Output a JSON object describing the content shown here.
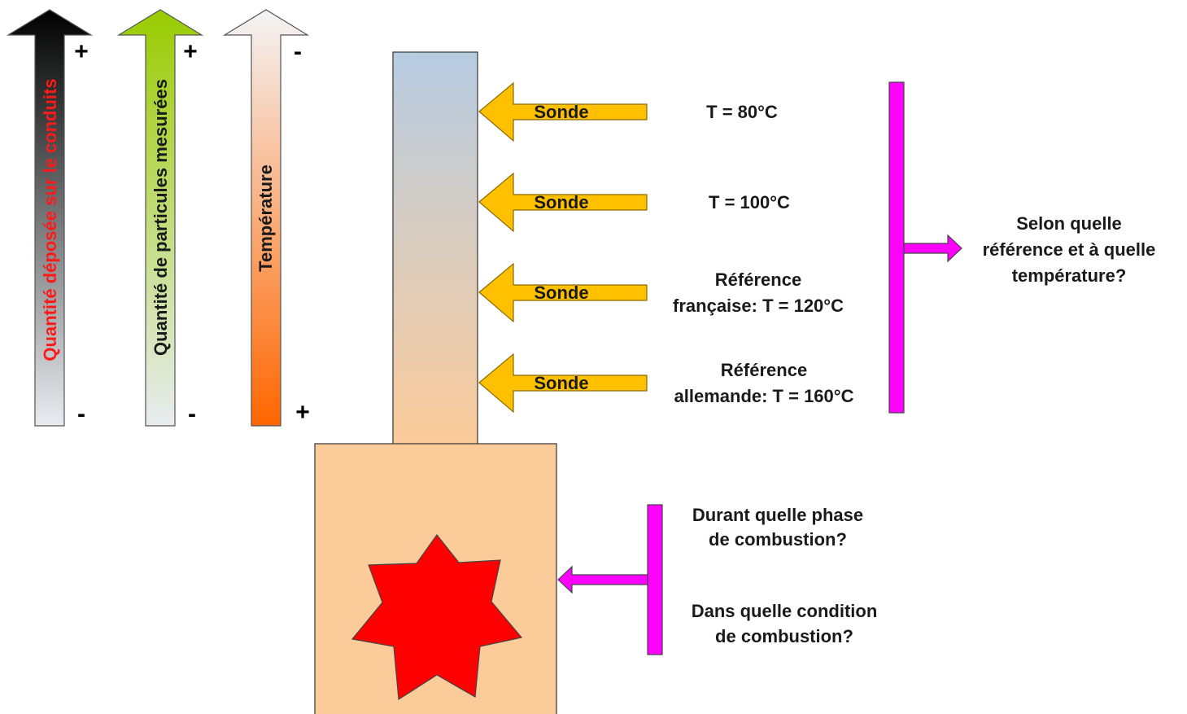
{
  "scales": [
    {
      "label": "Quantité déposée sur le conduits",
      "top_sign": "+",
      "bottom_sign": "-",
      "label_color": "#ff1a1a",
      "gradient_top": "#000000",
      "gradient_bottom": "#e8ecf0"
    },
    {
      "label": "Quantité de particules mesurées",
      "top_sign": "+",
      "bottom_sign": "-",
      "label_color": "#1a1a1a",
      "gradient_top": "#99cc00",
      "gradient_bottom": "#e8ecf0"
    },
    {
      "label": "Température",
      "top_sign": "-",
      "bottom_sign": "+",
      "label_color": "#1a1a1a",
      "gradient_top": "#f4f4f6",
      "gradient_bottom": "#ff6600"
    }
  ],
  "probes": [
    {
      "label": "Sonde",
      "temperature_lines": [
        "T = 80°C"
      ]
    },
    {
      "label": "Sonde",
      "temperature_lines": [
        "T = 100°C"
      ]
    },
    {
      "label": "Sonde",
      "temperature_lines": [
        "Référence",
        "française: T = 120°C"
      ]
    },
    {
      "label": "Sonde",
      "temperature_lines": [
        "Référence",
        "allemande: T = 160°C"
      ]
    }
  ],
  "question_reference": [
    "Selon quelle",
    "référence et à quelle",
    "température?"
  ],
  "question_phase": [
    "Durant quelle phase",
    "de combustion?"
  ],
  "question_condition": [
    "Dans quelle condition",
    "de combustion?"
  ],
  "colors": {
    "probe_arrow": "#ffc000",
    "bracket": "#ff00ff",
    "chimney_top": "#b7cce2",
    "chimney_bottom": "#fbcb9a",
    "firebox": "#fbcb9a",
    "flame": "#ff0000"
  }
}
